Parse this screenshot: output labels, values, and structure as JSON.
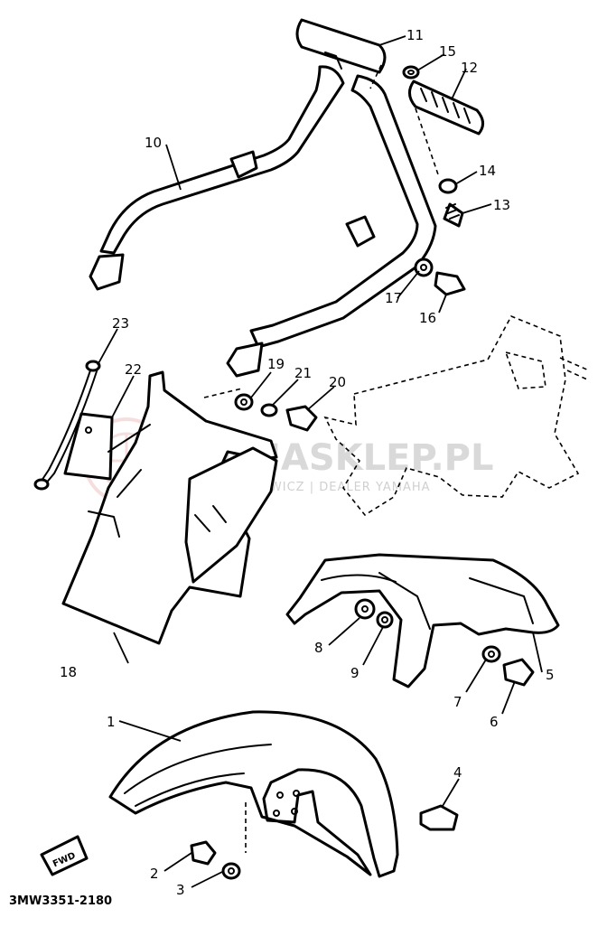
{
  "watermark": {
    "brand": "YAMASKLEP.PL",
    "subtitle": "WOJCICHOWICZ | DEALER YAMAHA"
  },
  "callouts": [
    "1",
    "2",
    "3",
    "4",
    "5",
    "6",
    "7",
    "8",
    "9",
    "10",
    "11",
    "12",
    "13",
    "14",
    "15",
    "16",
    "17",
    "18",
    "19",
    "20",
    "21",
    "22",
    "23"
  ],
  "direction_tag": "FWD",
  "diagram_code": "3MW3351-2180",
  "colors": {
    "line": "#000000",
    "watermark": "#d9d9d9",
    "watermark_logo": "#f2c4c4"
  }
}
